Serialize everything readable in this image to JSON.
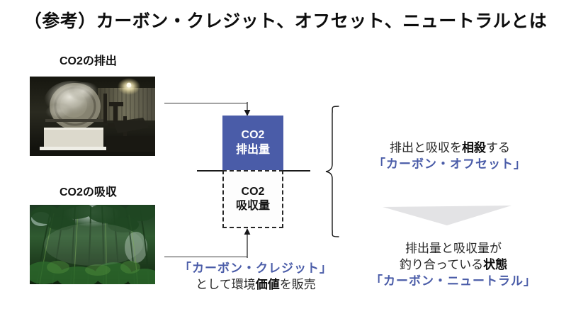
{
  "slide": {
    "title": "（参考）カーボン・クレジット、オフセット、ニュートラルとは",
    "background_color": "#ffffff"
  },
  "colors": {
    "accent_blue": "#4a5ca8",
    "text_dark": "#1a1a1a",
    "gray_arrow": "#e3e3e5",
    "line": "#3a3a3a"
  },
  "left_column": {
    "emission": {
      "label": "CO2の排出",
      "photo_name": "factory-smokestack-photo",
      "photo_description": "dark industrial factory with steam"
    },
    "absorption": {
      "label": "CO2の吸収",
      "photo_name": "forest-canopy-photo",
      "photo_description": "green bamboo forest canopy"
    }
  },
  "center_diagram": {
    "emission_box": {
      "line1": "CO2",
      "line2": "排出量",
      "fill": "#4a5ca8",
      "text_color": "#ffffff",
      "style": "solid"
    },
    "absorption_box": {
      "line1": "CO2",
      "line2": "吸収量",
      "fill": "#fdfdfd",
      "text_color": "#111111",
      "style": "dashed"
    }
  },
  "annotations": {
    "credit": {
      "line1_accent": "「カーボン・クレジット」",
      "line2_prefix": "として環境",
      "line2_bold": "価値",
      "line2_suffix": "を販売"
    },
    "offset": {
      "line1_prefix": "排出と吸収を",
      "line1_bold": "相殺",
      "line1_suffix": "する",
      "line2_accent": "「カーボン・オフセット」"
    },
    "neutral": {
      "line1": "排出量と吸収量が",
      "line2_prefix": "釣り合っている",
      "line2_bold": "状態",
      "line3_accent": "「カーボン・ニュートラル」"
    }
  }
}
